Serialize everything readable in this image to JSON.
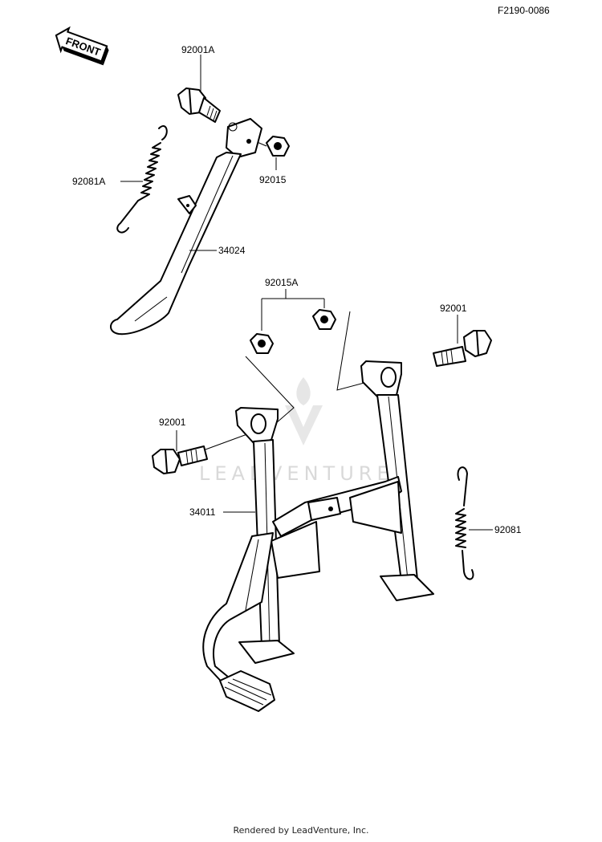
{
  "figure_id": "F2190-0086",
  "front_label": "FRONT",
  "watermark": "LEADVENTURE",
  "footer": "Rendered by LeadVenture, Inc.",
  "parts": {
    "bolt_a": "92001A",
    "spring_a": "92081A",
    "nut": "92015",
    "side_stand": "34024",
    "nut_a": "92015A",
    "bolt_right": "92001",
    "bolt_left": "92001",
    "main_stand": "34011",
    "spring": "92081"
  },
  "icons": [
    "front-arrow-icon",
    "bolt-icon",
    "nut-icon",
    "spring-icon",
    "side-stand-icon",
    "main-stand-icon",
    "watermark-logo-icon"
  ]
}
